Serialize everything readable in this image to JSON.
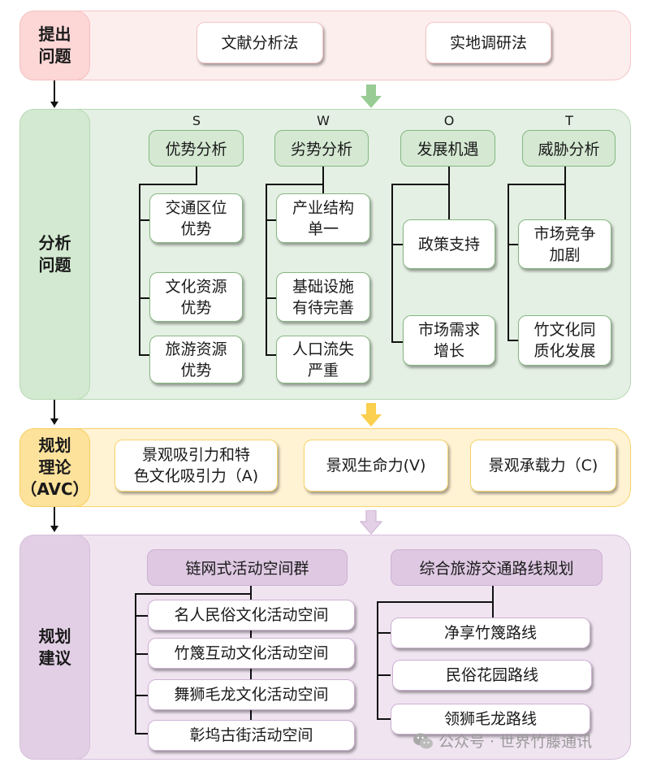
{
  "colors": {
    "stage1": "#fdeeee",
    "stage2": "#e4f0e3",
    "stage3": "#fff3d3",
    "stage4": "#f0e4f1",
    "arrow_green": "#98cc94",
    "arrow_yellow": "#fbcf4f",
    "arrow_purple": "#d9c1df"
  },
  "stage1": {
    "label": "提出\n问题",
    "methods": [
      "文献分析法",
      "实地调研法"
    ]
  },
  "stage2": {
    "label": "分析\n问题",
    "swot": [
      {
        "letter": "S",
        "title": "优势分析",
        "items": [
          "交通区位\n优势",
          "文化资源\n优势",
          "旅游资源\n优势"
        ]
      },
      {
        "letter": "W",
        "title": "劣势分析",
        "items": [
          "产业结构\n单一",
          "基础设施\n有待完善",
          "人口流失\n严重"
        ]
      },
      {
        "letter": "O",
        "title": "发展机遇",
        "items": [
          "政策支持",
          "市场需求\n增长"
        ]
      },
      {
        "letter": "T",
        "title": "威胁分析",
        "items": [
          "市场竞争\n加剧",
          "竹文化同\n质化发展"
        ]
      }
    ]
  },
  "stage3": {
    "label": "规划\n理论\n（AVC）",
    "items": [
      "景观吸引力和特\n色文化吸引力（A)",
      "景观生命力(V)",
      "景观承载力（C)"
    ]
  },
  "stage4": {
    "label": "规划\n建议",
    "groups": [
      {
        "title": "链网式活动空间群",
        "items": [
          "名人民俗文化活动空间",
          "竹篾互动文化活动空间",
          "舞狮毛龙文化活动空间",
          "彰坞古街活动空间"
        ]
      },
      {
        "title": "综合旅游交通路线规划",
        "items": [
          "净享竹篾路线",
          "民俗花园路线",
          "领狮毛龙路线"
        ]
      }
    ]
  },
  "watermark": {
    "icon": "wechat-icon",
    "text": "公众号 · 世界竹藤通讯"
  }
}
